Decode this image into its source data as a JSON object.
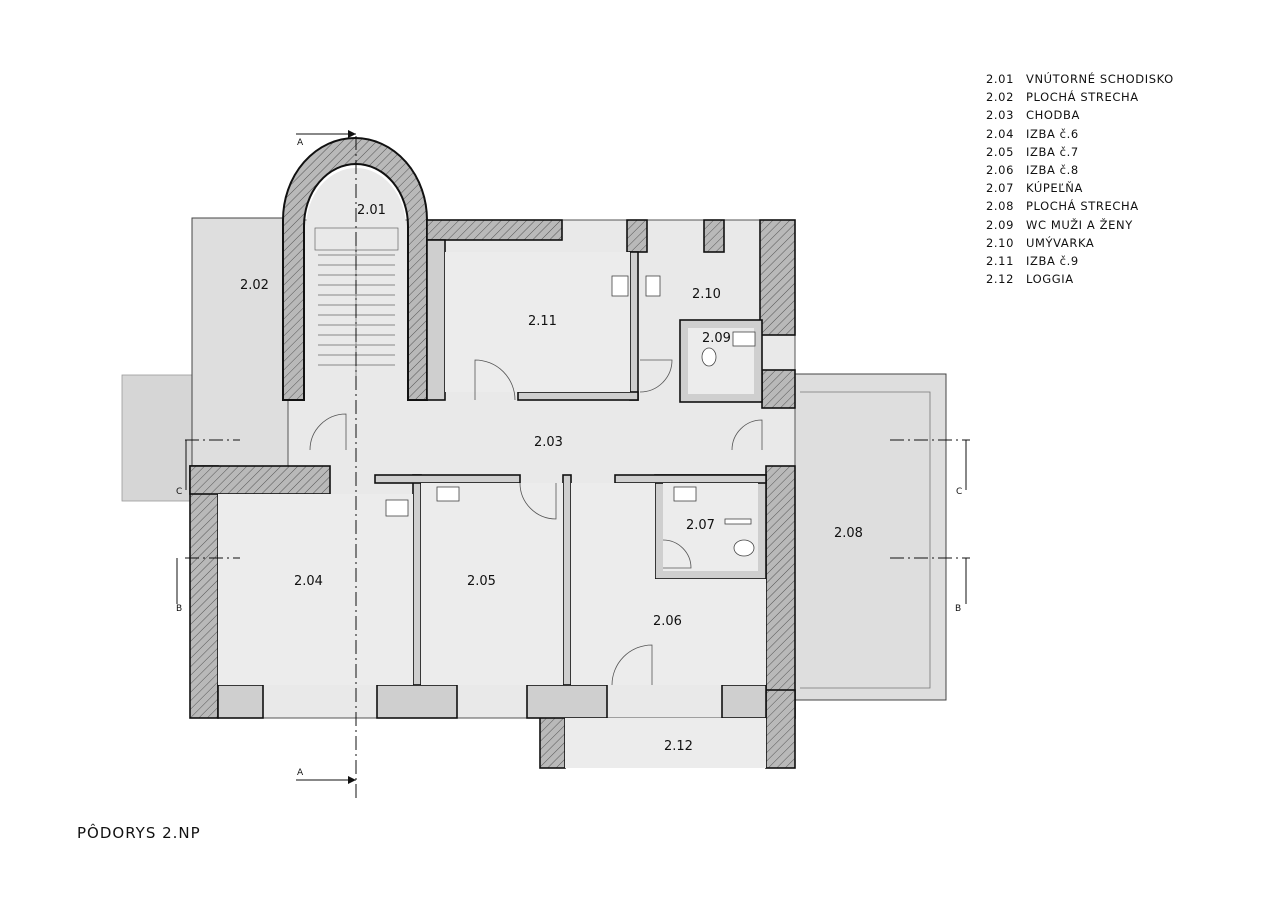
{
  "title": "PÔDORYS 2.NP",
  "legend": [
    {
      "code": "2.01",
      "name": "VNÚTORNÉ SCHODISKO"
    },
    {
      "code": "2.02",
      "name": "PLOCHÁ STRECHA"
    },
    {
      "code": "2.03",
      "name": "CHODBA"
    },
    {
      "code": "2.04",
      "name": "IZBA č.6"
    },
    {
      "code": "2.05",
      "name": "IZBA č.7"
    },
    {
      "code": "2.06",
      "name": "IZBA č.8"
    },
    {
      "code": "2.07",
      "name": "KÚPEĽŇA"
    },
    {
      "code": "2.08",
      "name": "PLOCHÁ STRECHA"
    },
    {
      "code": "2.09",
      "name": "WC MUŽI A ŽENY"
    },
    {
      "code": "2.10",
      "name": "UMÝVARKA"
    },
    {
      "code": "2.11",
      "name": "IZBA č.9"
    },
    {
      "code": "2.12",
      "name": "LOGGIA"
    }
  ],
  "rooms": {
    "r201": "2.01",
    "r202": "2.02",
    "r203": "2.03",
    "r204": "2.04",
    "r205": "2.05",
    "r206": "2.06",
    "r207": "2.07",
    "r208": "2.08",
    "r209": "2.09",
    "r210": "2.10",
    "r211": "2.11",
    "r212": "2.12"
  },
  "sections": {
    "a": "A",
    "b": "B",
    "c": "C"
  },
  "colors": {
    "wall": "#8e8e8e",
    "floor": "#e6e6e6",
    "roof": "#dadada",
    "ink": "#111111"
  }
}
